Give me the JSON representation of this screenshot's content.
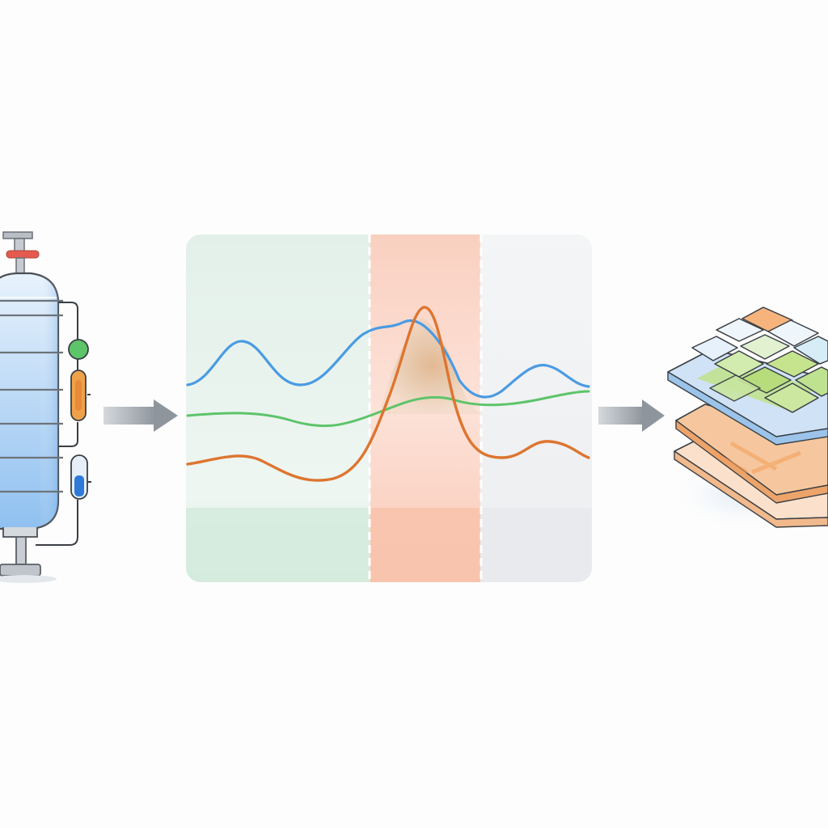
{
  "diagram": {
    "stages": [
      {
        "name": "reactor-vessel",
        "icon": "reactor-vessel-icon"
      },
      {
        "name": "signal-chart",
        "icon": "waveform-chart-icon"
      },
      {
        "name": "layered-grid",
        "icon": "stacked-layers-icon"
      }
    ],
    "arrows": [
      {
        "from": "reactor-vessel",
        "to": "signal-chart"
      },
      {
        "from": "signal-chart",
        "to": "layered-grid"
      }
    ]
  },
  "chart_data": {
    "type": "line",
    "regions": [
      {
        "name": "left",
        "color": "#d6ece2"
      },
      {
        "name": "anomaly",
        "color": "#f9c9b6"
      },
      {
        "name": "right",
        "color": "#eef0f2"
      }
    ],
    "series": [
      {
        "color": "#4a9be3"
      },
      {
        "color": "#5dc46a"
      },
      {
        "color": "#dd7530"
      }
    ]
  },
  "colors": {
    "blue": "#4a9be3",
    "green": "#5dc46a",
    "orange": "#e88a3a",
    "red": "#e55a4e",
    "outline": "#3a3f45",
    "arrow": "#9aa1a8"
  }
}
